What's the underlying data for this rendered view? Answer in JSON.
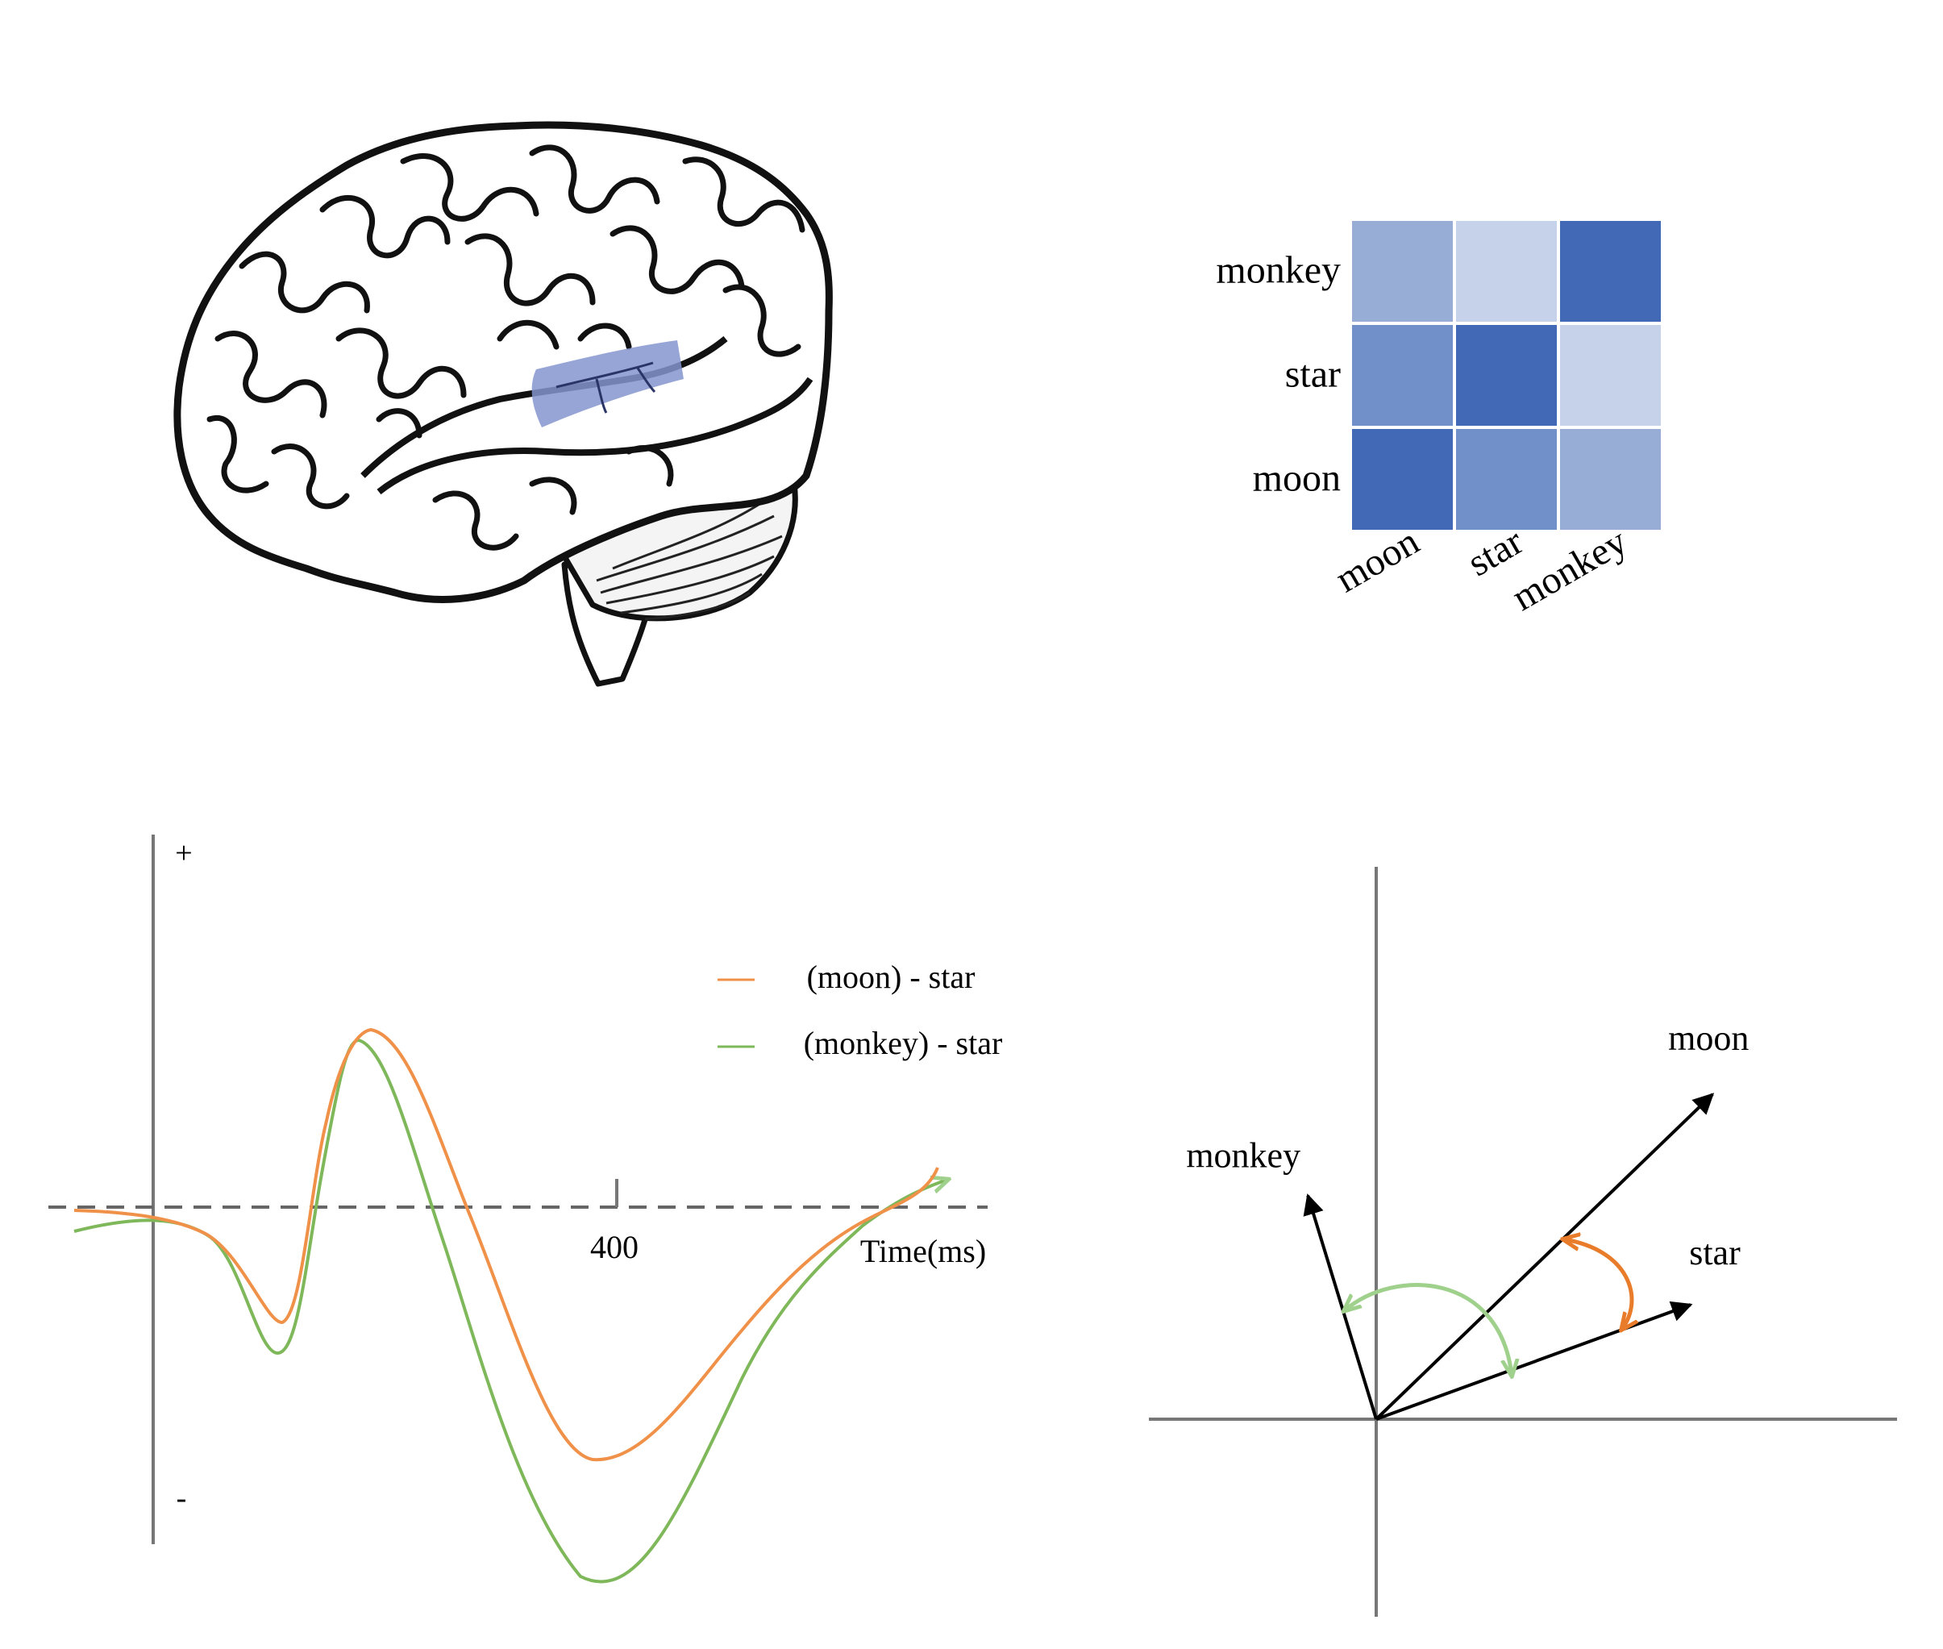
{
  "brain": {
    "region_color": "#8494cf"
  },
  "similarity_matrix": {
    "row_labels": [
      "monkey",
      "star",
      "moon"
    ],
    "column_labels": [
      "moon",
      "star",
      "monkey"
    ],
    "cells": [
      [
        0.55,
        0.3,
        1.0
      ],
      [
        0.75,
        1.0,
        0.3
      ],
      [
        1.0,
        0.75,
        0.55
      ]
    ],
    "color_strong": "#4169b5"
  },
  "erp": {
    "plus_label": "+",
    "minus_label": "-",
    "tick_label": "400",
    "x_axis_label": "Time(ms)",
    "legend": [
      {
        "label": "(moon) - star",
        "color": "#f0914a"
      },
      {
        "label": "(monkey) - star",
        "color": "#7fb85a"
      }
    ]
  },
  "vector_space": {
    "vectors": [
      {
        "label": "moon",
        "angle_deg": 44
      },
      {
        "label": "monkey",
        "angle_deg": 107
      },
      {
        "label": "star",
        "angle_deg": 20
      }
    ],
    "orange_arc_color": "#e87c2a",
    "green_arc_color": "#9fd18c"
  }
}
